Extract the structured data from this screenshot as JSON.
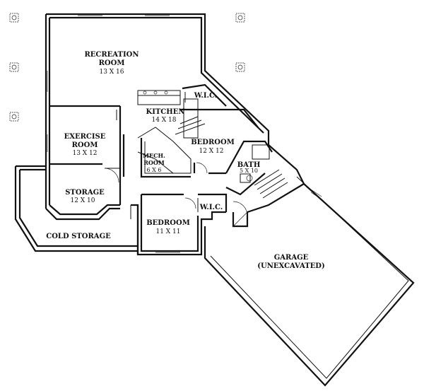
{
  "rooms": {
    "recreation": {
      "line1": "RECREATION",
      "line2": "ROOM",
      "dims": "13 X 16"
    },
    "kitchen": {
      "name": "KITCHEN",
      "dims": "14 X 18"
    },
    "wic_upper": {
      "name": "W.I.C."
    },
    "bedroom_upper": {
      "name": "BEDROOM",
      "dims": "12 X 12"
    },
    "exercise": {
      "line1": "EXERCISE",
      "line2": "ROOM",
      "dims": "13 X 12"
    },
    "mech": {
      "line1": "MECH.",
      "line2": "ROOM",
      "dims": "6 X 6"
    },
    "bath": {
      "name": "BATH",
      "dims": "5 X 10"
    },
    "storage": {
      "name": "STORAGE",
      "dims": "12 X 10"
    },
    "wic_lower": {
      "name": "W.I.C."
    },
    "bedroom_lower": {
      "name": "BEDROOM",
      "dims": "11 X 11"
    },
    "cold_storage": {
      "name": "COLD STORAGE"
    },
    "garage": {
      "line1": "GARAGE",
      "line2": "(UNEXCAVATED)"
    }
  }
}
